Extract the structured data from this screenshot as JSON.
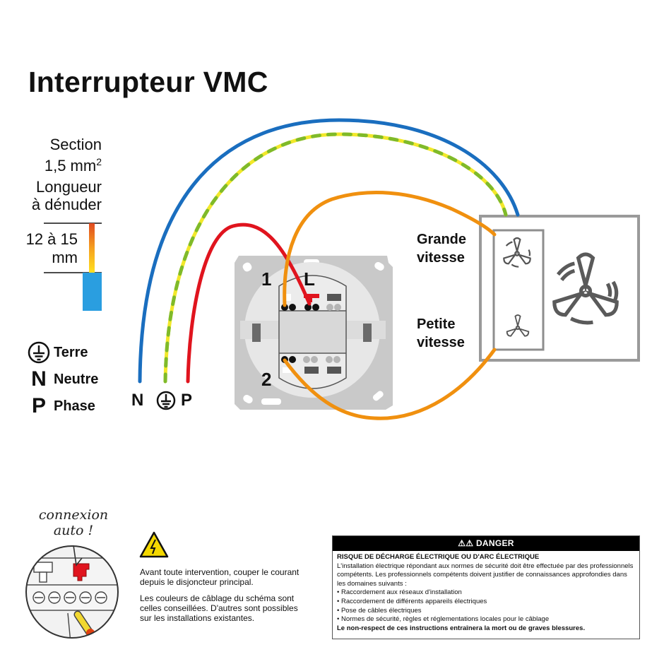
{
  "title": "Interrupteur VMC",
  "wire_spec": {
    "section_label": "Section",
    "section_value": "1,5 mm",
    "section_superscript": "2",
    "strip_label_line1": "Longueur",
    "strip_label_line2": "à dénuder",
    "strip_range_line1": "12 à 15",
    "strip_range_line2": "mm"
  },
  "wire_legend": [
    {
      "symbol": "earth-icon",
      "label": "Terre"
    },
    {
      "symbol": "N",
      "label": "Neutre"
    },
    {
      "symbol": "P",
      "label": "Phase"
    }
  ],
  "feed_labels": {
    "neutral": "N",
    "earth": "earth-icon",
    "phase": "P"
  },
  "switch": {
    "terminal_1": "1",
    "terminal_l": "L",
    "terminal_2": "2"
  },
  "fan_unit": {
    "high_speed_line1": "Grande",
    "high_speed_line2": "vitesse",
    "low_speed_line1": "Petite",
    "low_speed_line2": "vitesse"
  },
  "wire_colors": {
    "neutral": "#1a6ebf",
    "earth_green": "#7fba2a",
    "earth_yellow": "#f2e82a",
    "phase": "#e0141e",
    "switched": "#f0900f",
    "plate": "#c8c8c8",
    "frame": "#9a9a9a"
  },
  "auto_connection": {
    "line1": "connexion",
    "line2": "auto !"
  },
  "warning": {
    "icon": "high-voltage-icon",
    "para1": "Avant toute intervention, couper le courant depuis le disjoncteur principal.",
    "para2": "Les couleurs de câblage du schéma sont celles conseillées. D'autres sont possibles sur les installations existantes."
  },
  "danger": {
    "header": "DANGER",
    "heading": "RISQUE DE DÉCHARGE ÉLECTRIQUE OU D'ARC ÉLECTRIQUE",
    "intro": "L'installation électrique répondant aux normes de sécurité doit être effectuée par des professionnels compétents. Les professionnels compétents doivent justifier de connaissances approfondies dans les domaines suivants :",
    "items": [
      "Raccordement aux réseaux d'installation",
      "Raccordement de différents appareils électriques",
      "Pose de câbles électriques",
      "Normes de sécurité, règles et réglementations locales pour le câblage"
    ],
    "footer": "Le non-respect de ces instructions entraînera la mort ou de graves blessures."
  }
}
